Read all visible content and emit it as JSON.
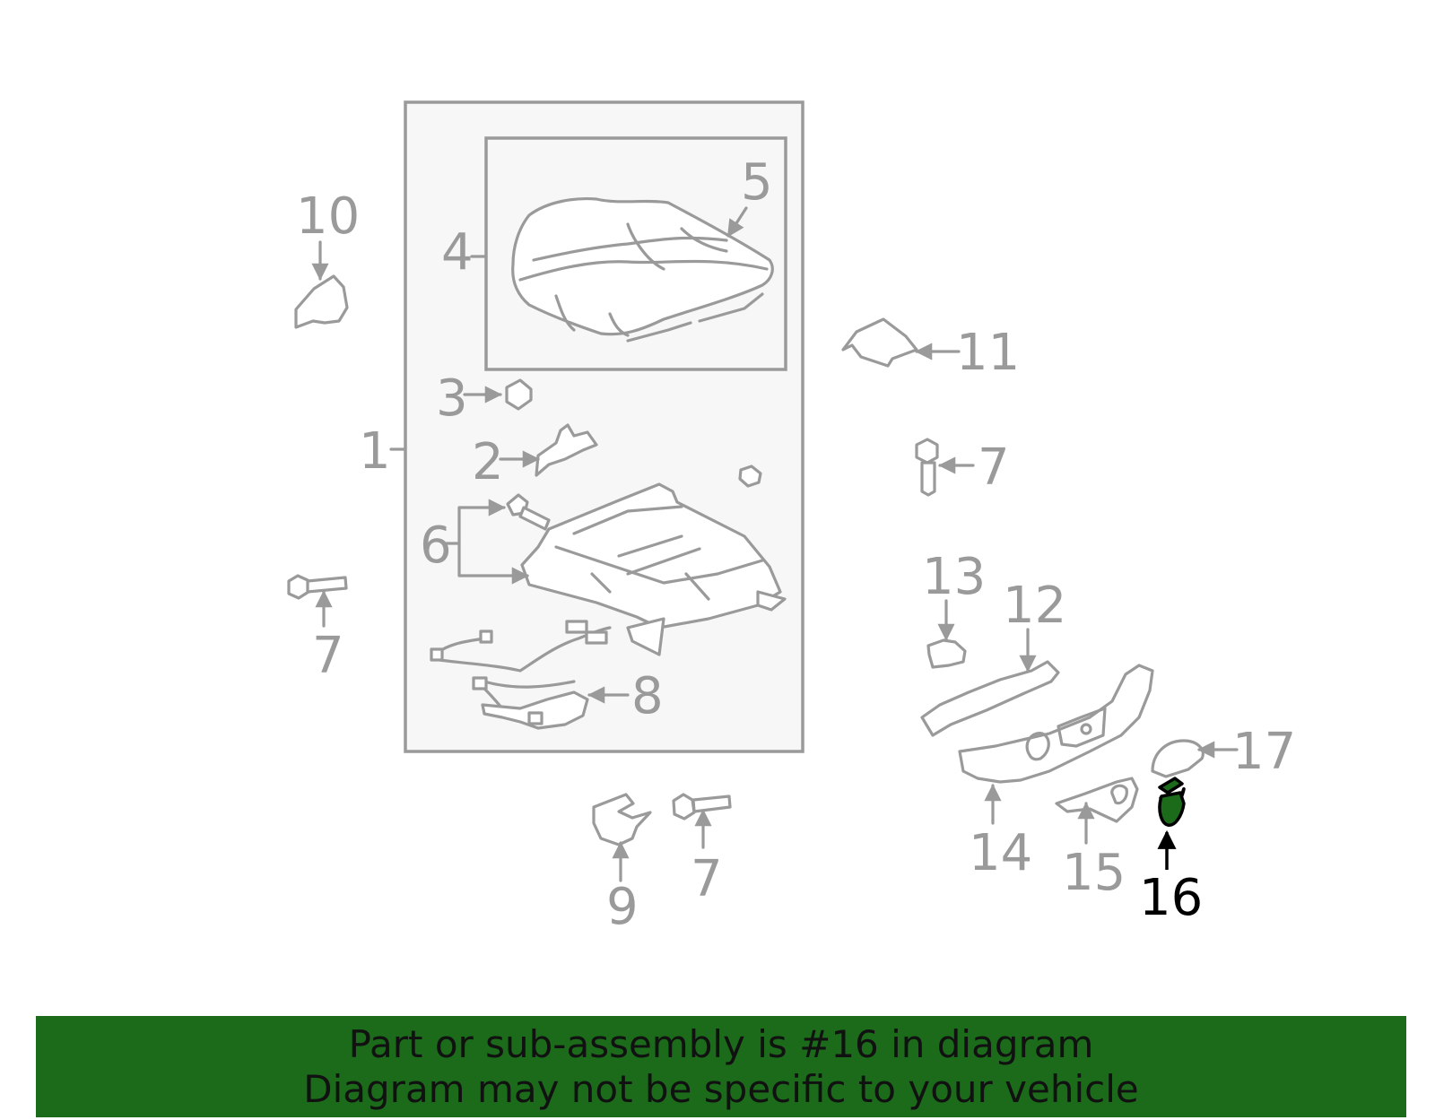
{
  "diagram": {
    "labels": [
      "1",
      "2",
      "3",
      "4",
      "5",
      "6",
      "7",
      "7",
      "7",
      "7",
      "8",
      "9",
      "10",
      "11",
      "12",
      "13",
      "14",
      "15",
      "16",
      "17"
    ],
    "highlighted_part": "16"
  },
  "colors": {
    "outline": "#9a9a9a",
    "highlight_fill": "#1b6b1b",
    "banner_background": "#1b6b1b",
    "highlight_label": "#000000"
  },
  "banner": {
    "line1": "Part or sub-assembly is #16 in diagram",
    "line2": "Diagram may not be specific to your vehicle"
  }
}
